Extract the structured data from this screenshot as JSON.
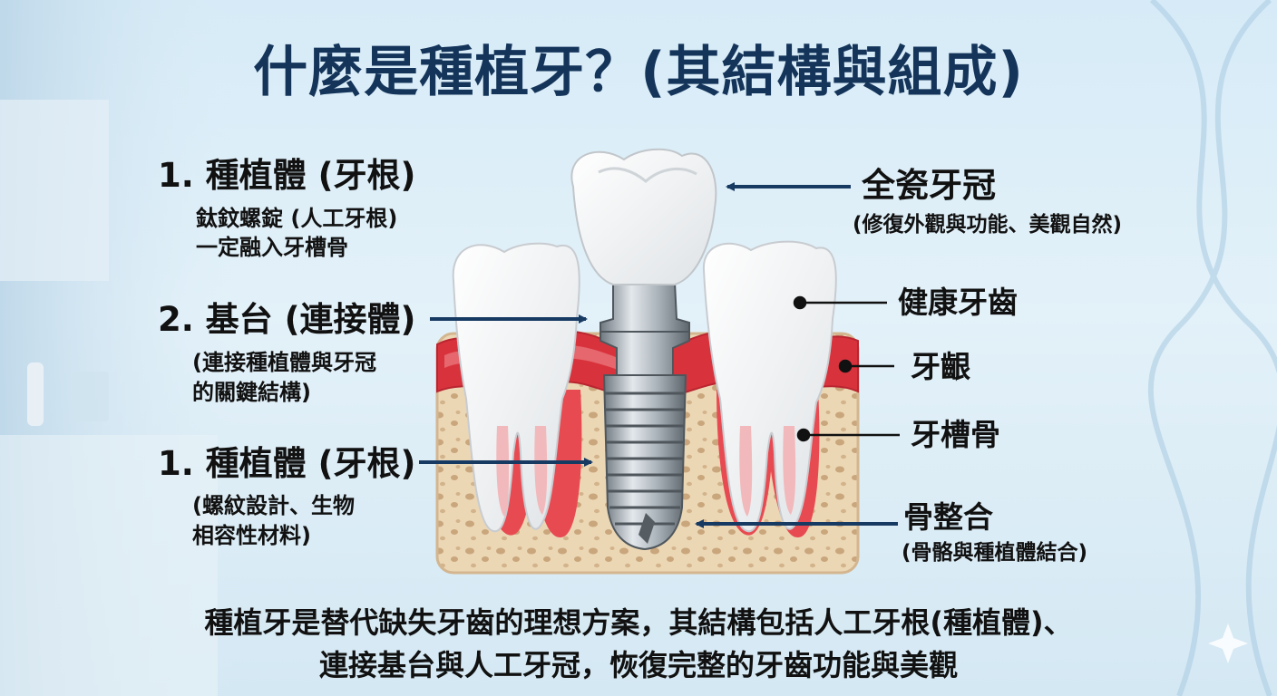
{
  "title": "什麼是種植牙？(其結構與組成)",
  "left_labels": [
    {
      "heading": "1. 種植體 (牙根)",
      "lines": [
        "鈦鈫螺錠 (人工牙根)",
        "一定融入牙槽骨"
      ]
    },
    {
      "heading": "2. 基台 (連接體)",
      "lines": [
        "(連接種植體與牙冠",
        "的關鍵結構)"
      ]
    },
    {
      "heading": "1. 種植體 (牙根)",
      "lines": [
        "(螺紋設計、生物",
        "相容性材料)"
      ]
    }
  ],
  "right_labels": [
    {
      "heading": "全瓷牙冠",
      "line": "(修復外觀與功能、美觀自然)"
    },
    {
      "heading": "健康牙齒"
    },
    {
      "heading": "牙齦"
    },
    {
      "heading": "牙槽骨"
    },
    {
      "heading": "骨整合",
      "line": "(骨骼與種植體結合)"
    }
  ],
  "summary": [
    "種植牙是替代缺失牙齒的理想方案，其結構包括人工牙根(種植體)、",
    "連接基台與人工牙冠，恢復完整的牙齒功能與美觀"
  ],
  "colors": {
    "title": "#14345a",
    "arrow": "#173a63",
    "gum": "#d8333c",
    "bone": "#ecd7b5",
    "tooth": "#f7f7f4",
    "implant": "#9aa3ab"
  }
}
